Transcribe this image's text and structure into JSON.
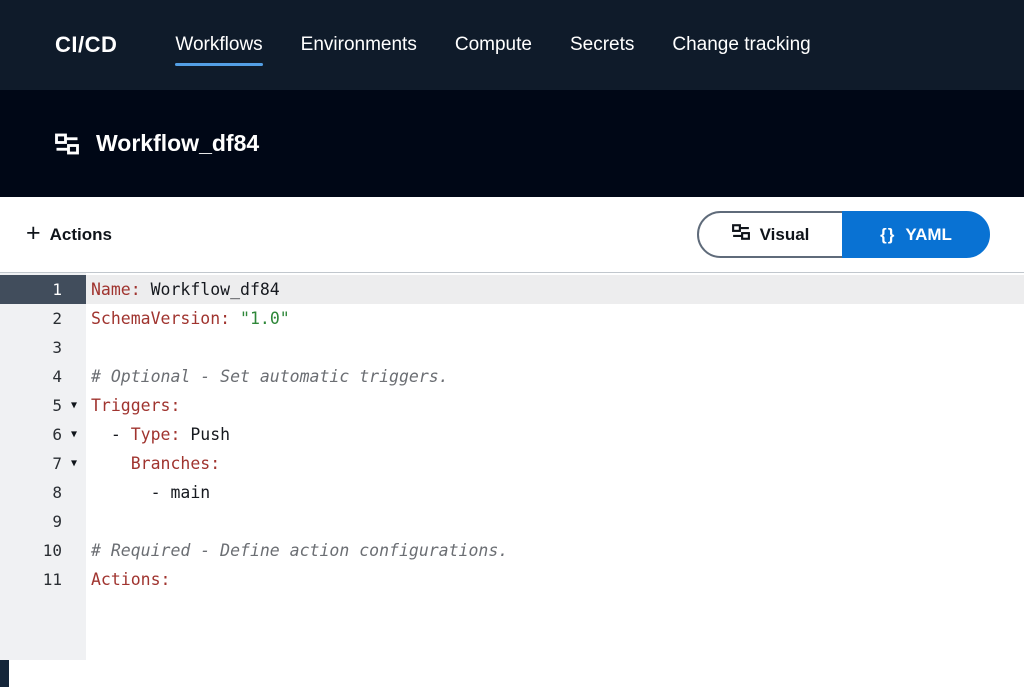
{
  "topnav": {
    "brand": "CI/CD",
    "items": [
      {
        "label": "Workflows",
        "active": true
      },
      {
        "label": "Environments",
        "active": false
      },
      {
        "label": "Compute",
        "active": false
      },
      {
        "label": "Secrets",
        "active": false
      },
      {
        "label": "Change tracking",
        "active": false
      }
    ]
  },
  "page_header": {
    "icon": "workflow-icon",
    "title": "Workflow_df84"
  },
  "toolbar": {
    "actions_button": {
      "icon": "plus-icon",
      "label": "Actions"
    },
    "view_toggle": {
      "options": [
        {
          "label": "Visual",
          "icon": "workflow-icon",
          "selected": false
        },
        {
          "label": "YAML",
          "icon": "curly-braces-icon",
          "icon_glyph": "{}",
          "selected": true
        }
      ]
    }
  },
  "editor": {
    "fold_icon": "▼",
    "lines": [
      {
        "num": "1",
        "active": true,
        "fold": false,
        "segments": [
          {
            "text": "Name:",
            "type": "key"
          },
          {
            "text": " Workflow_df84",
            "type": "plain"
          }
        ]
      },
      {
        "num": "2",
        "active": false,
        "fold": false,
        "segments": [
          {
            "text": "SchemaVersion:",
            "type": "key"
          },
          {
            "text": " ",
            "type": "plain"
          },
          {
            "text": "\"1.0\"",
            "type": "string"
          }
        ]
      },
      {
        "num": "3",
        "active": false,
        "fold": false,
        "segments": []
      },
      {
        "num": "4",
        "active": false,
        "fold": false,
        "segments": [
          {
            "text": "# Optional - Set automatic triggers.",
            "type": "comment"
          }
        ]
      },
      {
        "num": "5",
        "active": false,
        "fold": true,
        "segments": [
          {
            "text": "Triggers:",
            "type": "key"
          }
        ]
      },
      {
        "num": "6",
        "active": false,
        "fold": true,
        "segments": [
          {
            "text": "  - ",
            "type": "plain"
          },
          {
            "text": "Type:",
            "type": "key"
          },
          {
            "text": " Push",
            "type": "plain"
          }
        ]
      },
      {
        "num": "7",
        "active": false,
        "fold": true,
        "segments": [
          {
            "text": "    ",
            "type": "plain"
          },
          {
            "text": "Branches:",
            "type": "key"
          }
        ]
      },
      {
        "num": "8",
        "active": false,
        "fold": false,
        "segments": [
          {
            "text": "      - main",
            "type": "plain"
          }
        ]
      },
      {
        "num": "9",
        "active": false,
        "fold": false,
        "segments": []
      },
      {
        "num": "10",
        "active": false,
        "fold": false,
        "segments": [
          {
            "text": "# Required - Define action configurations.",
            "type": "comment"
          }
        ]
      },
      {
        "num": "11",
        "active": false,
        "fold": false,
        "segments": [
          {
            "text": "Actions:",
            "type": "key"
          }
        ]
      }
    ]
  },
  "colors": {
    "topnav_bg": "#0f1b2a",
    "header_bg": "#000716",
    "accent_blue": "#0972d3",
    "active_tab_underline": "#539fe5",
    "token_key": "#a0342f",
    "token_string": "#2e8739",
    "token_comment": "#6b6e73",
    "active_line_gutter": "#414d5c",
    "gutter_bg": "#f0f1f3"
  }
}
